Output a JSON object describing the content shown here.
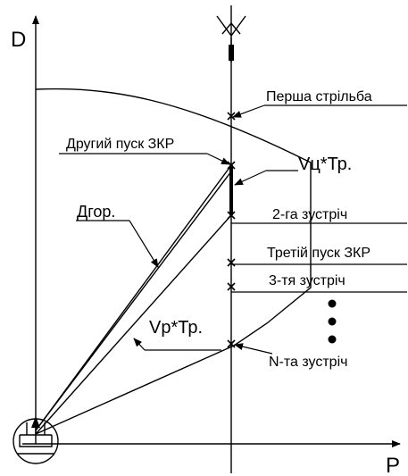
{
  "axes": {
    "y_label": "D",
    "x_label": "P"
  },
  "labels": {
    "first_fire": "Перша стрільба",
    "second_launch": "Другий пуск ЗКР",
    "vc_tr": "Vц*Тр.",
    "d_hor": "Дгор.",
    "second_meeting": "2-га зустріч",
    "third_launch": "Третій пуск ЗКР",
    "third_meeting": "3-тя зустріч",
    "vp_tr": "Vр*Тр.",
    "nth_meeting": "N-та зустріч"
  },
  "icons": {
    "target": "aircraft-icon",
    "station": "missile-launcher-icon",
    "ellipsis": "vertical-ellipsis-icon"
  }
}
